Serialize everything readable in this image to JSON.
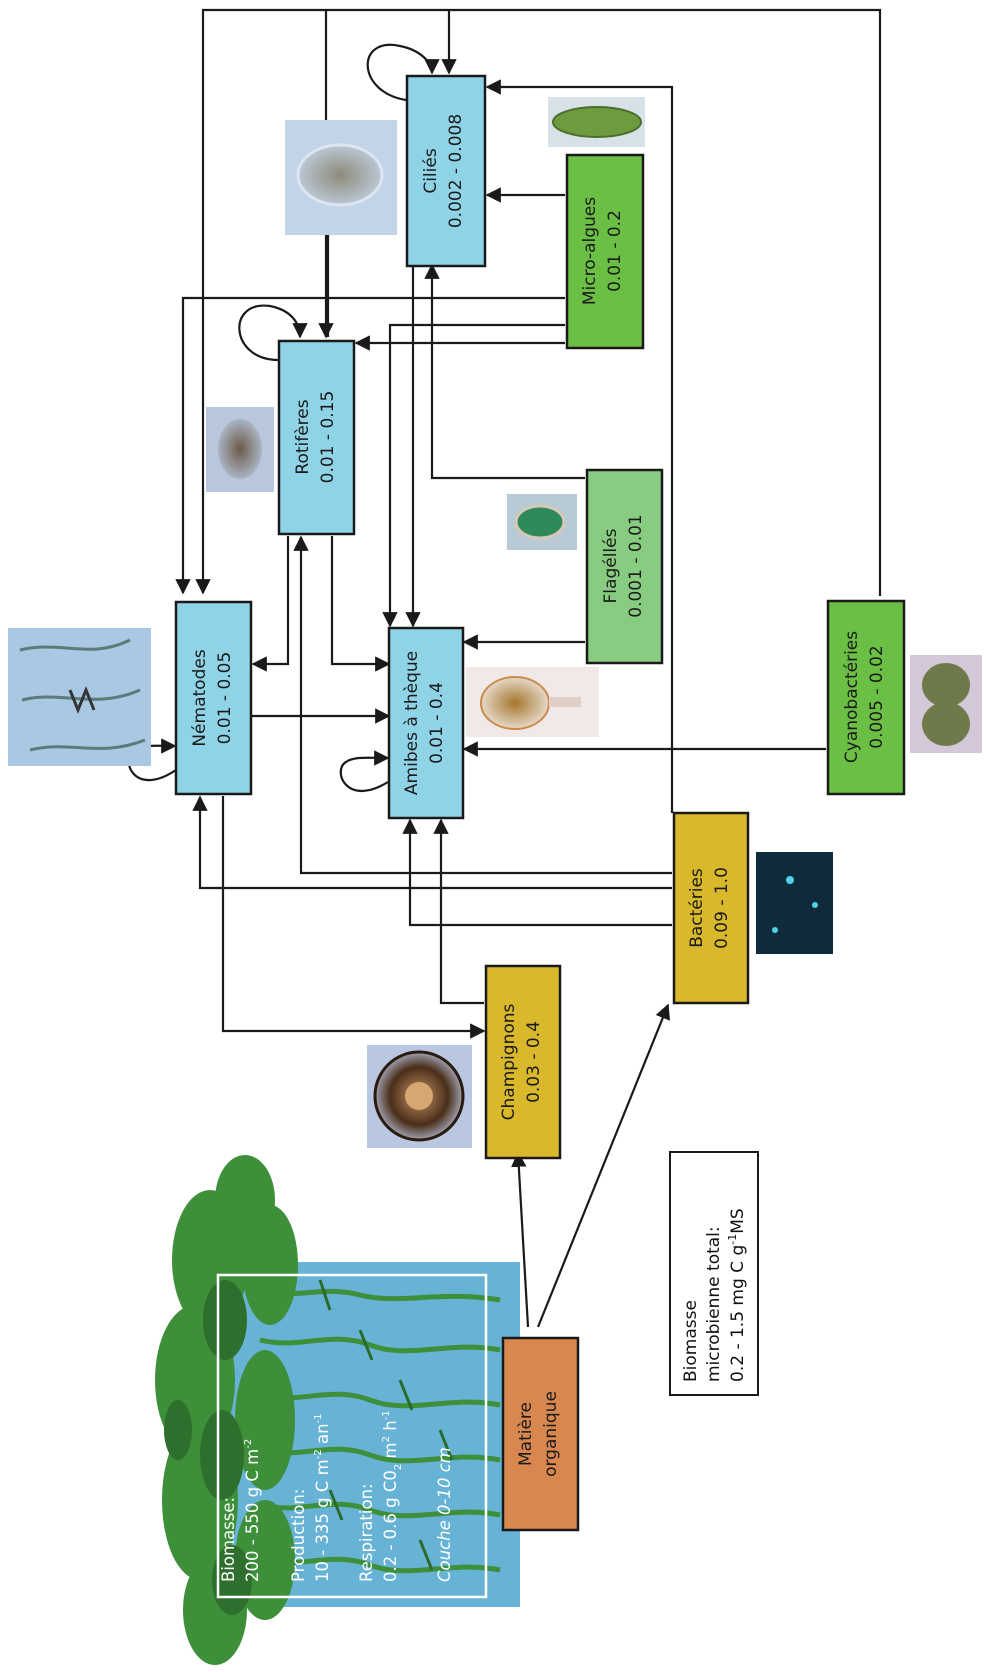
{
  "nodes": {
    "cilies": {
      "name": "Ciliés",
      "range": "0.002 - 0.008"
    },
    "micro_algues": {
      "name": "Micro-algues",
      "range": "0.01 - 0.2"
    },
    "rotiferes": {
      "name": "Rotifères",
      "range": "0.01 - 0.15"
    },
    "flagelles": {
      "name": "Flagéllés",
      "range": "0.001 - 0.01"
    },
    "nematodes": {
      "name": "Nématodes",
      "range": "0.01 - 0.05"
    },
    "amibes": {
      "name": "Amibes à thèque",
      "range": "0.01 - 0.4"
    },
    "cyanobacteries": {
      "name": "Cyanobactéries",
      "range": "0.005 - 0.02"
    },
    "bacteries": {
      "name": "Bactéries",
      "range": "0.09 - 1.0"
    },
    "champignons": {
      "name": "Champignons",
      "range": "0.03 - 0.4"
    },
    "matiere": {
      "line1": "Matière",
      "line2": "organique"
    }
  },
  "moss": {
    "biomasse_label": "Biomasse:",
    "biomasse_value": "200 - 550 g C m",
    "biomasse_exp": "-2",
    "production_label": "Production:",
    "production_value": "10 - 335 g C m",
    "production_exp1": "-2",
    "production_unit": " an",
    "production_exp2": "-1",
    "respiration_label": "Respiration:",
    "respiration_value": "0.2 - 0.6 g C0",
    "respiration_sub": "2",
    "respiration_unit": " m",
    "respiration_exp1": "2",
    "respiration_unit2": " h",
    "respiration_exp2": "-1",
    "couche": "Couche 0-10 cm"
  },
  "total": {
    "line1": "Biomasse",
    "line2": "microbienne total:",
    "line3_value": "0.2 - 1.5 mg C g",
    "line3_exp": "-1",
    "line3_unit": "MS"
  },
  "colors": {
    "protist_blue": "#8fd3e6",
    "algae_green": "#6cbf45",
    "flagellate_green": "#88cc82",
    "bacteria_yellow": "#d9b92b",
    "organic_orange": "#d8874f",
    "moss_bg_blue": "#67b3d6",
    "moss_green": "#3e8f3a"
  },
  "images": [
    "ciliate-photo",
    "paramecium-photo",
    "rotifer-photo",
    "flagellate-photo",
    "nematode-photo",
    "testate-amoeba-photo",
    "cyanobacteria-photo",
    "bacteria-photo",
    "fungal-spore-photo",
    "moss-illustration"
  ]
}
